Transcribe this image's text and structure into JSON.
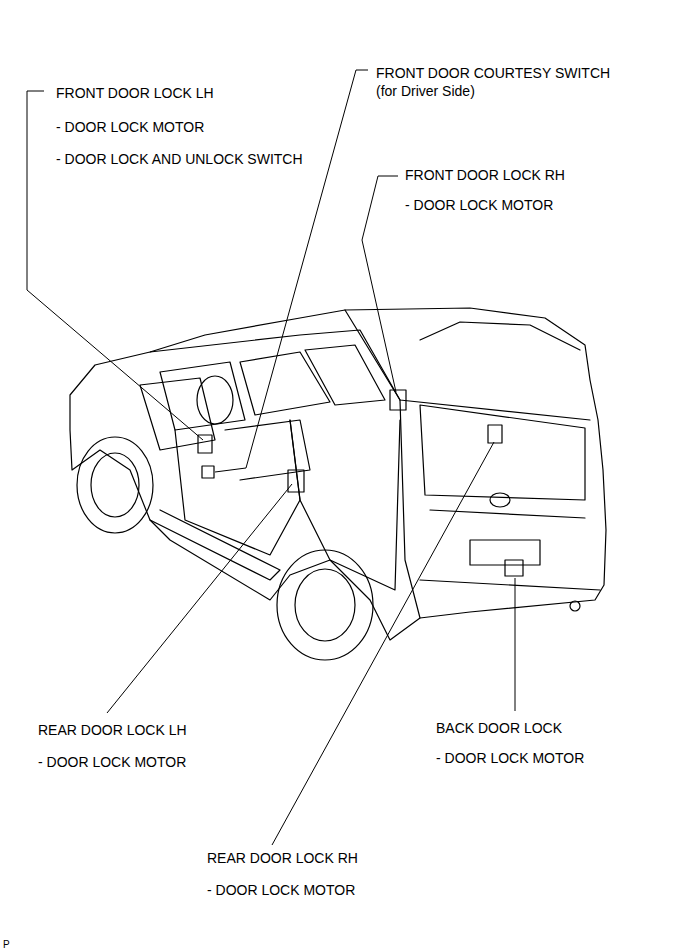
{
  "diagram": {
    "labels": [
      "FRONT DOOR LOCK LH",
      "- DOOR LOCK MOTOR",
      "- DOOR LOCK AND UNLOCK SWITCH",
      "FRONT DOOR COURTESY SWITCH",
      "(for Driver Side)",
      "FRONT DOOR LOCK RH",
      "- DOOR LOCK MOTOR",
      "REAR DOOR LOCK LH",
      "- DOOR LOCK MOTOR",
      "BACK DOOR LOCK",
      "- DOOR LOCK MOTOR",
      "REAR DOOR LOCK RH",
      "- DOOR LOCK MOTOR",
      "P"
    ]
  }
}
